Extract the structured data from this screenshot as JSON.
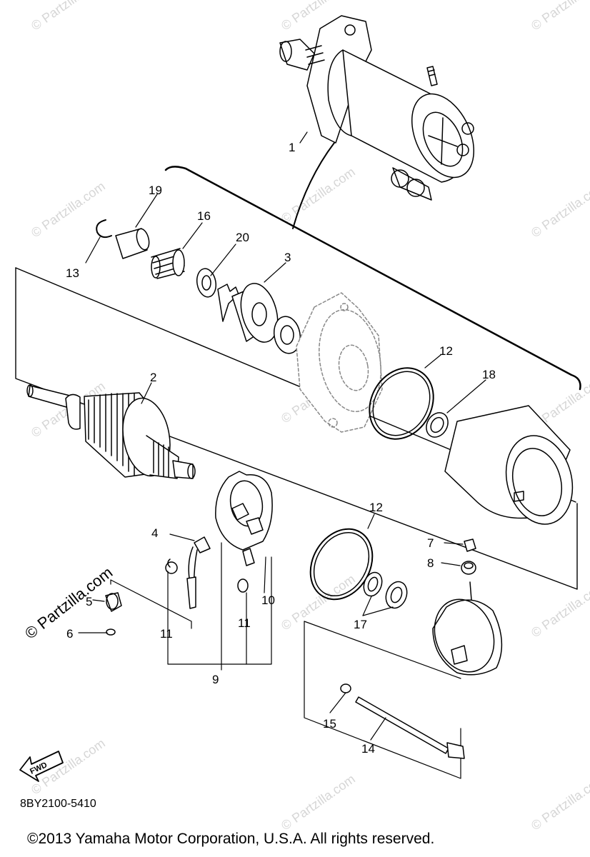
{
  "watermark_text": "© Partzilla.com",
  "watermark_main": "© Partzilla.com",
  "diagram_code": "8BY2100-5410",
  "fwd_label": "FWD",
  "copyright": "©2013  Yamaha Motor Corporation, U.S.A. All rights reserved.",
  "parts": {
    "p1": "1",
    "p2": "2",
    "p3": "3",
    "p4": "4",
    "p5": "5",
    "p6": "6",
    "p7": "7",
    "p8": "8",
    "p9": "9",
    "p10": "10",
    "p11a": "11",
    "p11b": "11",
    "p12a": "12",
    "p12b": "12",
    "p13": "13",
    "p14": "14",
    "p15": "15",
    "p16": "16",
    "p17": "17",
    "p18": "18",
    "p19": "19",
    "p20": "20"
  }
}
